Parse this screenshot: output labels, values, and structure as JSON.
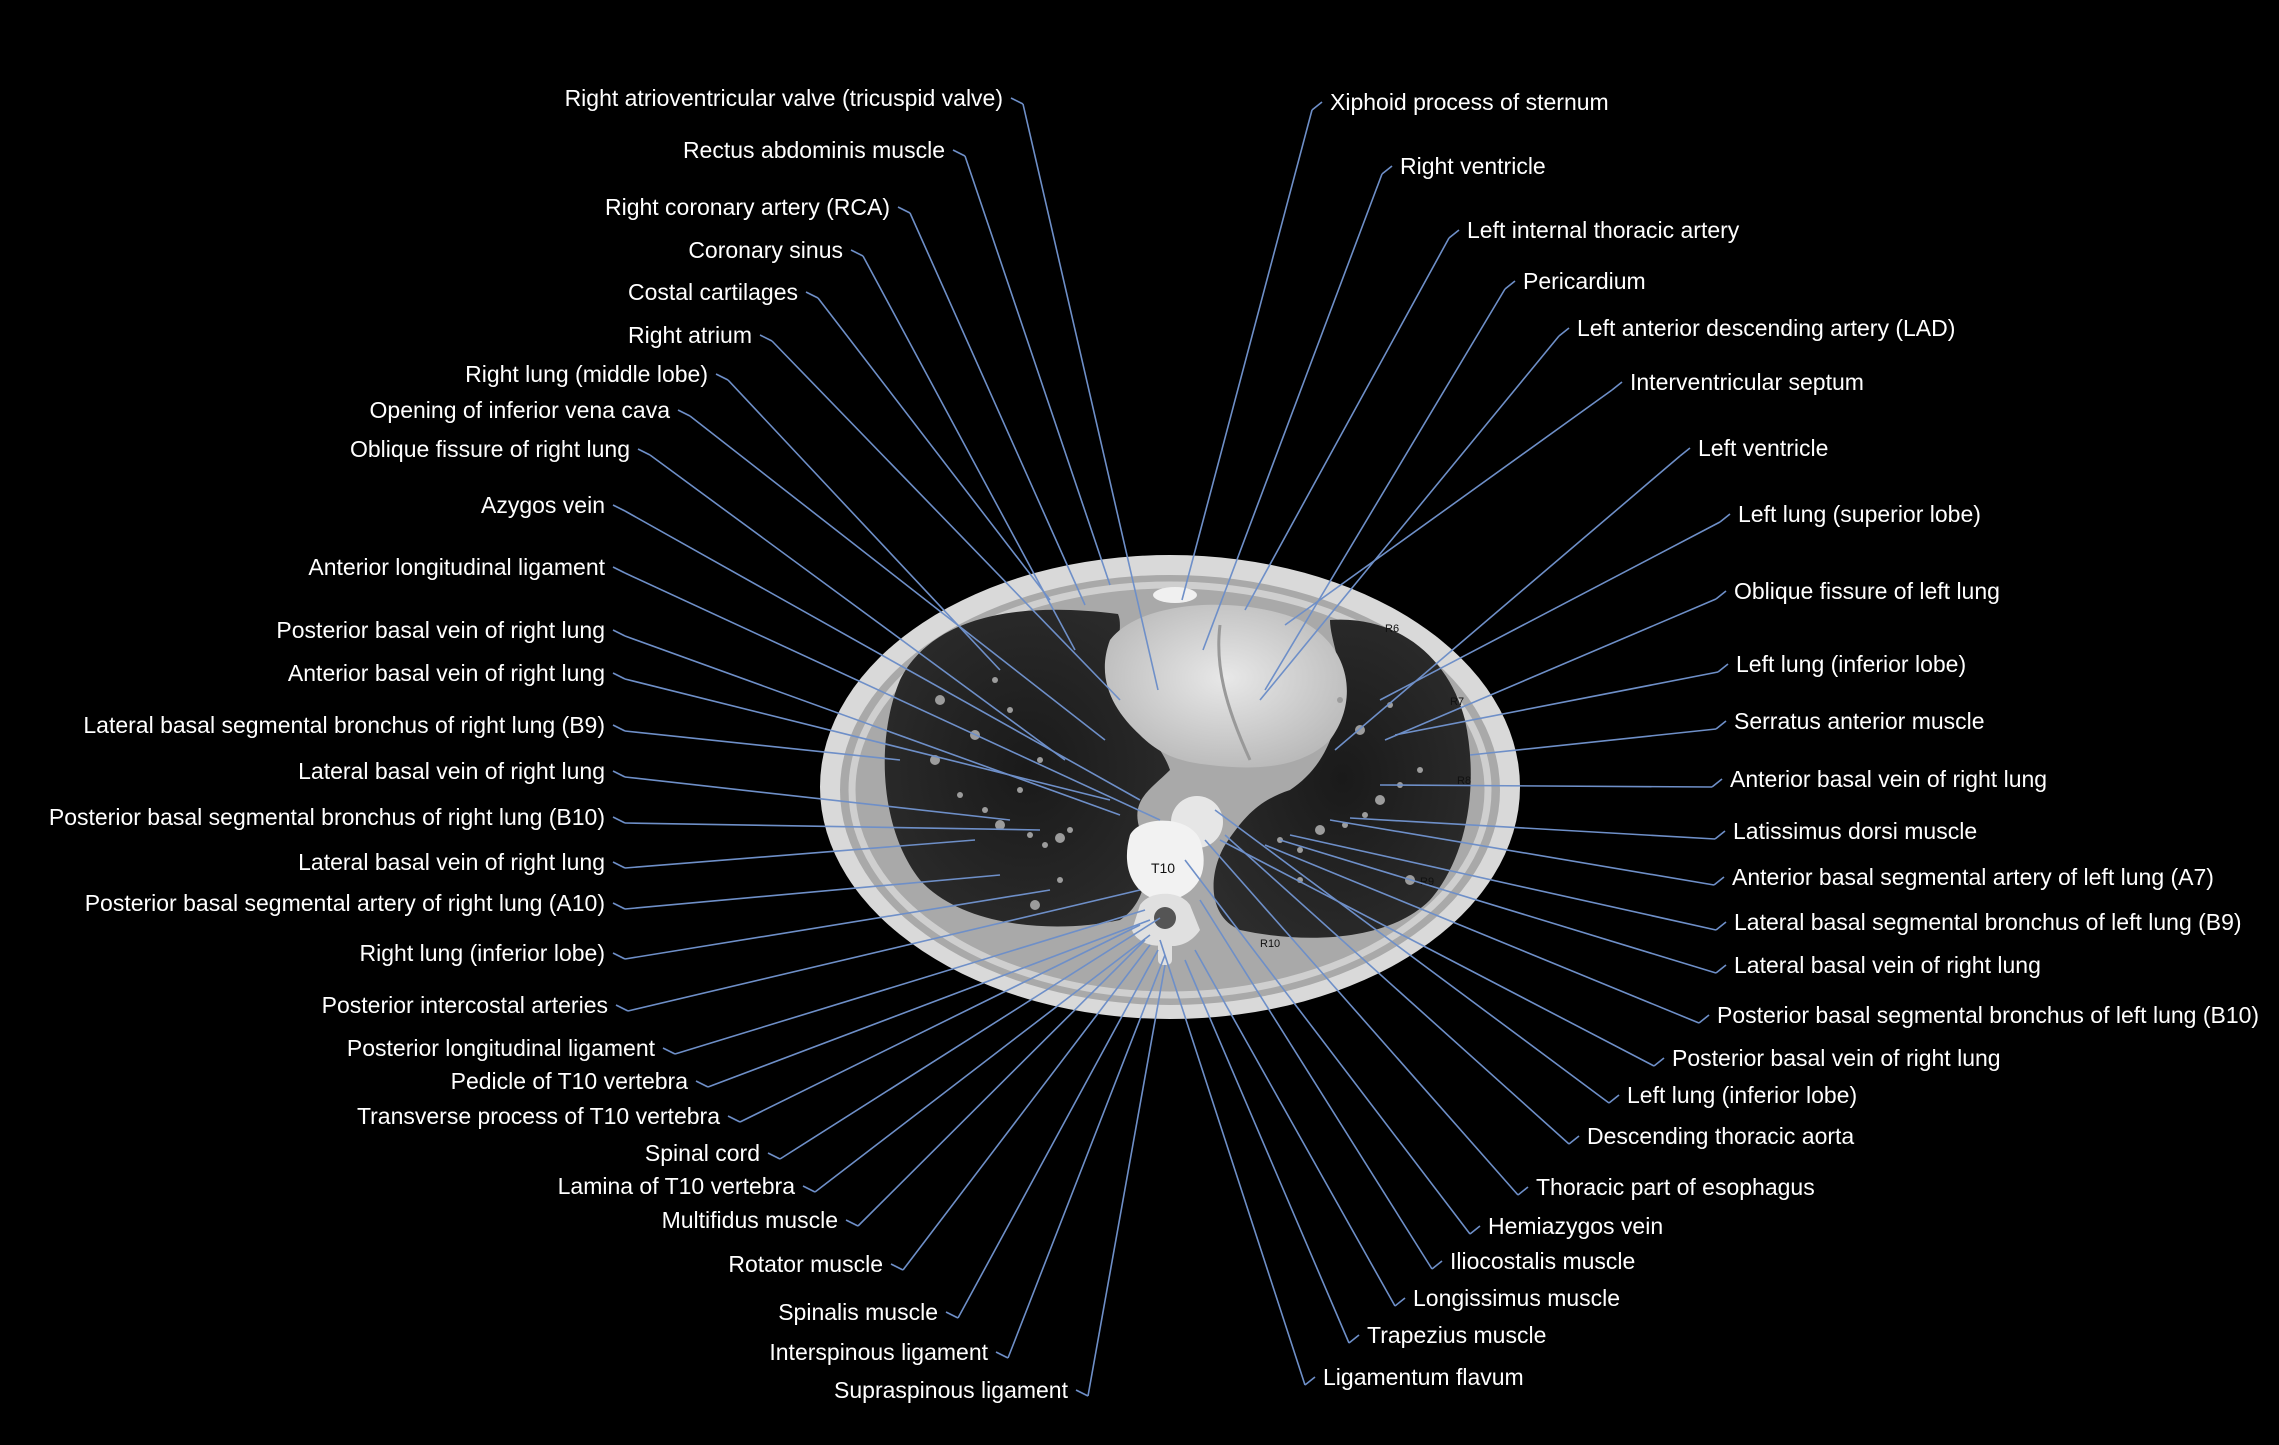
{
  "colors": {
    "background": "#000000",
    "leader": "#6e8fc8",
    "label": "#ffffff"
  },
  "ct": {
    "vertebra_label": "T10",
    "rib_labels": [
      "R6",
      "R7",
      "R8",
      "R9",
      "R10"
    ]
  },
  "left_labels": [
    "Right atrioventricular valve (tricuspid valve)",
    "Rectus abdominis muscle",
    "Right coronary artery (RCA)",
    "Coronary sinus",
    "Costal cartilages",
    "Right atrium",
    "Right lung (middle lobe)",
    "Opening of inferior vena cava",
    "Oblique fissure of right lung",
    "Azygos vein",
    "Anterior longitudinal ligament",
    "Posterior basal vein of right lung",
    "Anterior basal vein of right lung",
    "Lateral basal segmental bronchus of right lung (B9)",
    "Lateral basal vein of right lung",
    "Posterior basal segmental bronchus of right lung (B10)",
    "Lateral basal vein of right lung",
    "Posterior basal segmental artery of right lung (A10)",
    "Right lung (inferior lobe)",
    "Posterior intercostal arteries",
    "Posterior longitudinal ligament",
    "Pedicle of T10 vertebra",
    "Transverse process of T10 vertebra",
    "Spinal cord",
    "Lamina of T10 vertebra",
    "Multifidus muscle",
    "Rotator muscle",
    "Spinalis muscle",
    "Interspinous ligament",
    "Supraspinous ligament"
  ],
  "right_labels": [
    "Xiphoid process of sternum",
    "Right ventricle",
    "Left internal thoracic artery",
    "Pericardium",
    "Left anterior descending artery (LAD)",
    "Interventricular septum",
    "Left ventricle",
    "Left lung (superior lobe)",
    "Oblique fissure of left lung",
    "Left lung (inferior lobe)",
    "Serratus anterior muscle",
    "Anterior basal vein of right lung",
    "Latissimus dorsi muscle",
    "Anterior basal segmental artery of left lung (A7)",
    "Lateral basal segmental bronchus of left lung (B9)",
    "Lateral basal vein of right lung",
    "Posterior basal segmental bronchus of left lung (B10)",
    "Posterior basal vein of right lung",
    "Left lung (inferior lobe)",
    "Descending thoracic aorta",
    "Thoracic part of esophagus",
    "Hemiazygos vein",
    "Iliocostalis muscle",
    "Longissimus muscle",
    "Trapezius muscle",
    "Ligamentum flavum"
  ]
}
